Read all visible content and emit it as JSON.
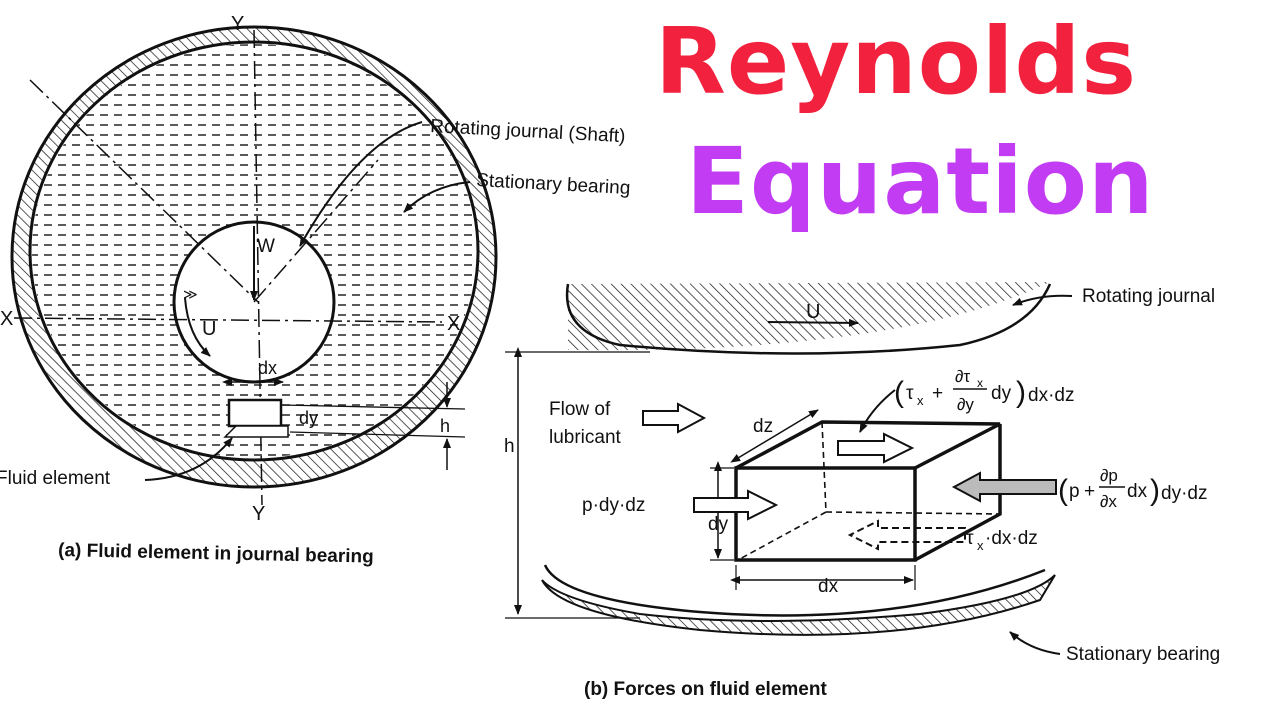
{
  "title": {
    "line1": "Reynolds",
    "line2": "Equation"
  },
  "colors": {
    "title_line1": "#f2213e",
    "title_line2": "#c13cf2",
    "ink": "#111111"
  },
  "figure_a": {
    "caption": "(a) Fluid element in journal bearing",
    "labels": {
      "axis_y_top": "Y",
      "axis_y_bottom": "Y",
      "axis_x_left": "X",
      "axis_x_right": "X",
      "load": "W",
      "velocity": "U",
      "dx": "dx",
      "dy": "dy",
      "h": "h",
      "rotating_journal": "Rotating journal (Shaft)",
      "stationary_bearing": "Stationary bearing",
      "fluid_element": "Fluid element"
    }
  },
  "figure_b": {
    "caption": "(b) Forces on fluid element",
    "labels": {
      "rotating_journal": "Rotating journal",
      "stationary_bearing": "Stationary bearing",
      "velocity": "U",
      "flow_of": "Flow of",
      "lubricant": "lubricant",
      "h": "h",
      "dz": "dz",
      "dy": "dy",
      "dx": "dx",
      "p_left": "p·dy·dz",
      "tau_bottom": "τ",
      "tau_bottom_sub": "x",
      "tau_bottom_tail": "·dx·dz"
    },
    "shear_top": {
      "tau": "τ",
      "sub": "x",
      "plus": "+",
      "num": "∂τ",
      "num_sub": "x",
      "den": "∂y",
      "tail": "dy",
      "outside": "dx·dz"
    },
    "pressure_right": {
      "p": "p",
      "plus": "+",
      "num": "∂p",
      "den": "∂x",
      "tail": "dx",
      "outside": "dy·dz"
    }
  }
}
